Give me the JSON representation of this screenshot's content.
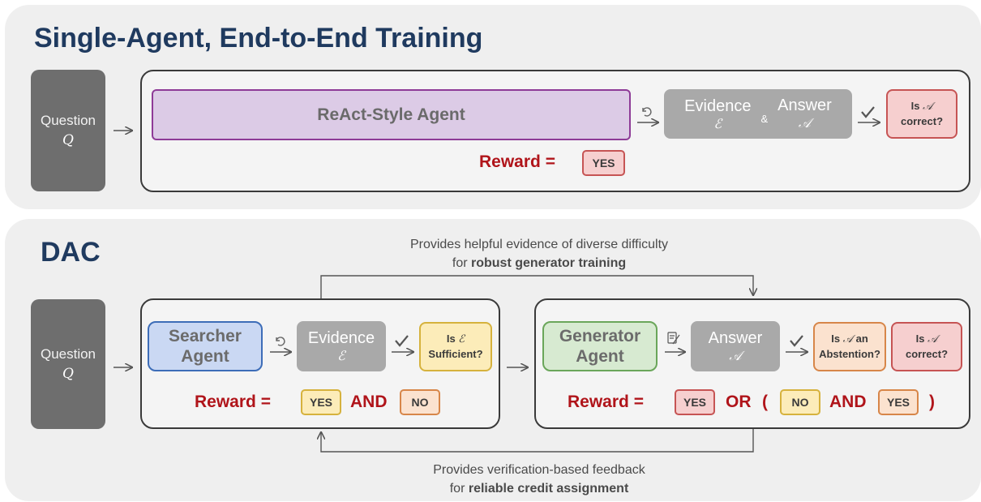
{
  "top": {
    "title": "Single-Agent, End-to-End Training",
    "question_label": "Question",
    "question_symbol": "Q",
    "agent_label": "ReAct-Style Agent",
    "evidence_label": "Evidence",
    "evidence_symbol": "ℰ",
    "amp": "&",
    "answer_label": "Answer",
    "answer_symbol": "𝒜",
    "check_prefix": "Is",
    "check_symbol": "𝒜",
    "check_suffix": "correct?",
    "reward_label": "Reward =",
    "reward_yes": "YES"
  },
  "bottom": {
    "title": "DAC",
    "question_label": "Question",
    "question_symbol": "Q",
    "caption_top_line1": "Provides helpful evidence of diverse difficulty",
    "caption_top_line2_prefix": "for",
    "caption_top_line2_bold": "robust generator training",
    "caption_bottom_line1": "Provides verification-based feedback",
    "caption_bottom_line2_prefix": "for",
    "caption_bottom_line2_bold": "reliable credit assignment",
    "searcher": {
      "agent_line1": "Searcher",
      "agent_line2": "Agent",
      "evidence_label": "Evidence",
      "evidence_symbol": "ℰ",
      "check_prefix": "Is",
      "check_symbol": "ℰ",
      "check_suffix": "Sufficient?",
      "reward_label": "Reward =",
      "reward_yes": "YES",
      "reward_and": "AND",
      "reward_no": "NO"
    },
    "generator": {
      "agent_line1": "Generator",
      "agent_line2": "Agent",
      "answer_label": "Answer",
      "answer_symbol": "𝒜",
      "abst_prefix": "Is",
      "abst_symbol": "𝒜",
      "abst_mid": "an",
      "abst_suffix": "Abstention?",
      "correct_prefix": "Is",
      "correct_symbol": "𝒜",
      "correct_suffix": "correct?",
      "reward_label": "Reward =",
      "reward_yes": "YES",
      "reward_or": "OR",
      "open_paren": "(",
      "reward_no": "NO",
      "reward_and": "AND",
      "reward_yes2": "YES",
      "close_paren": ")"
    }
  },
  "colors": {
    "title": "#1f3a5f",
    "reward_red": "#b0141a",
    "panel_bg": "#efefef"
  },
  "icons": [
    "refresh-icon",
    "checkmark-icon",
    "arrow-right-icon",
    "document-pen-icon"
  ]
}
